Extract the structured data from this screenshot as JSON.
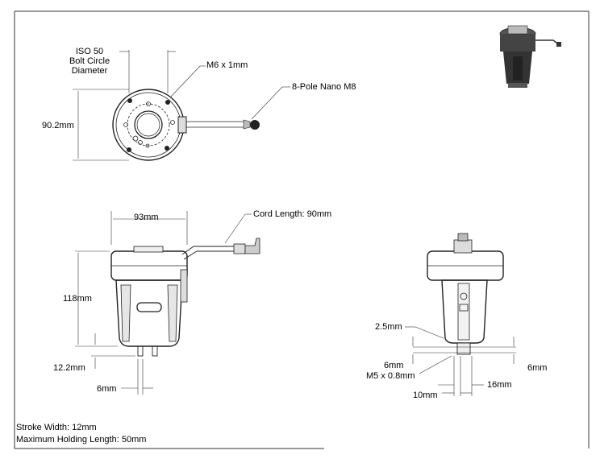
{
  "top_view": {
    "bolt_circle": [
      "ISO 50",
      "Bolt Circle",
      "Diameter"
    ],
    "thread": "M6 x 1mm",
    "connector": "8-Pole Nano M8",
    "height": "90.2mm"
  },
  "front_view": {
    "width": "93mm",
    "cord_length": "Cord Length: 90mm",
    "height": "118mm",
    "finger_height": "12.2mm",
    "finger_width": "6mm"
  },
  "side_view": {
    "offset": "2.5mm",
    "finger_depth": "6mm",
    "thread": "M5 x 0.8mm",
    "right_dim": "6mm",
    "finger_spacing": "16mm",
    "bottom_dim": "10mm"
  },
  "notes": {
    "stroke": "Stroke Width: 12mm",
    "holding": "Maximum Holding Length: 50mm"
  }
}
